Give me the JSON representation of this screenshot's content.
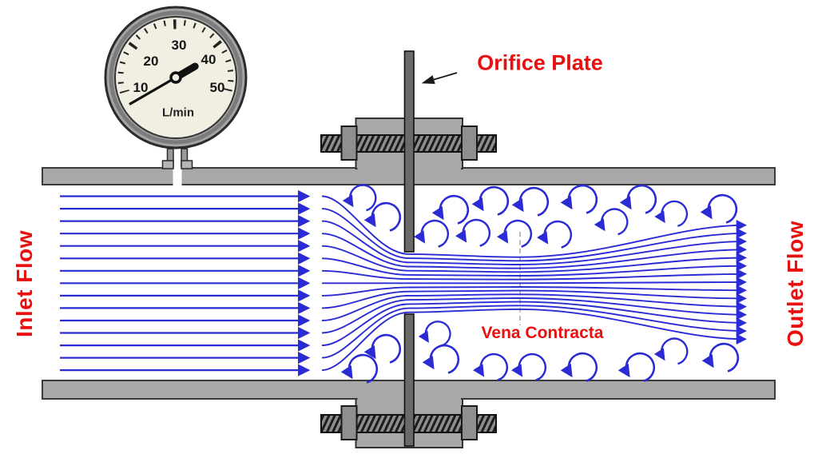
{
  "labels": {
    "inlet_flow": "Inlet Flow",
    "outlet_flow": "Outlet Flow",
    "orifice_plate": "Orifice Plate",
    "vena_contracta": "Vena Contracta"
  },
  "gauge": {
    "unit": "L/min",
    "scale": [
      "10",
      "20",
      "30",
      "40",
      "50"
    ],
    "needle_value": 40
  },
  "colors": {
    "label_red": "#e90f0f",
    "flow_blue": "#2b2bd5",
    "pipe_gray": "#a8a8a8",
    "plate_gray": "#6a6a6a",
    "gauge_face": "#f1eee2"
  }
}
